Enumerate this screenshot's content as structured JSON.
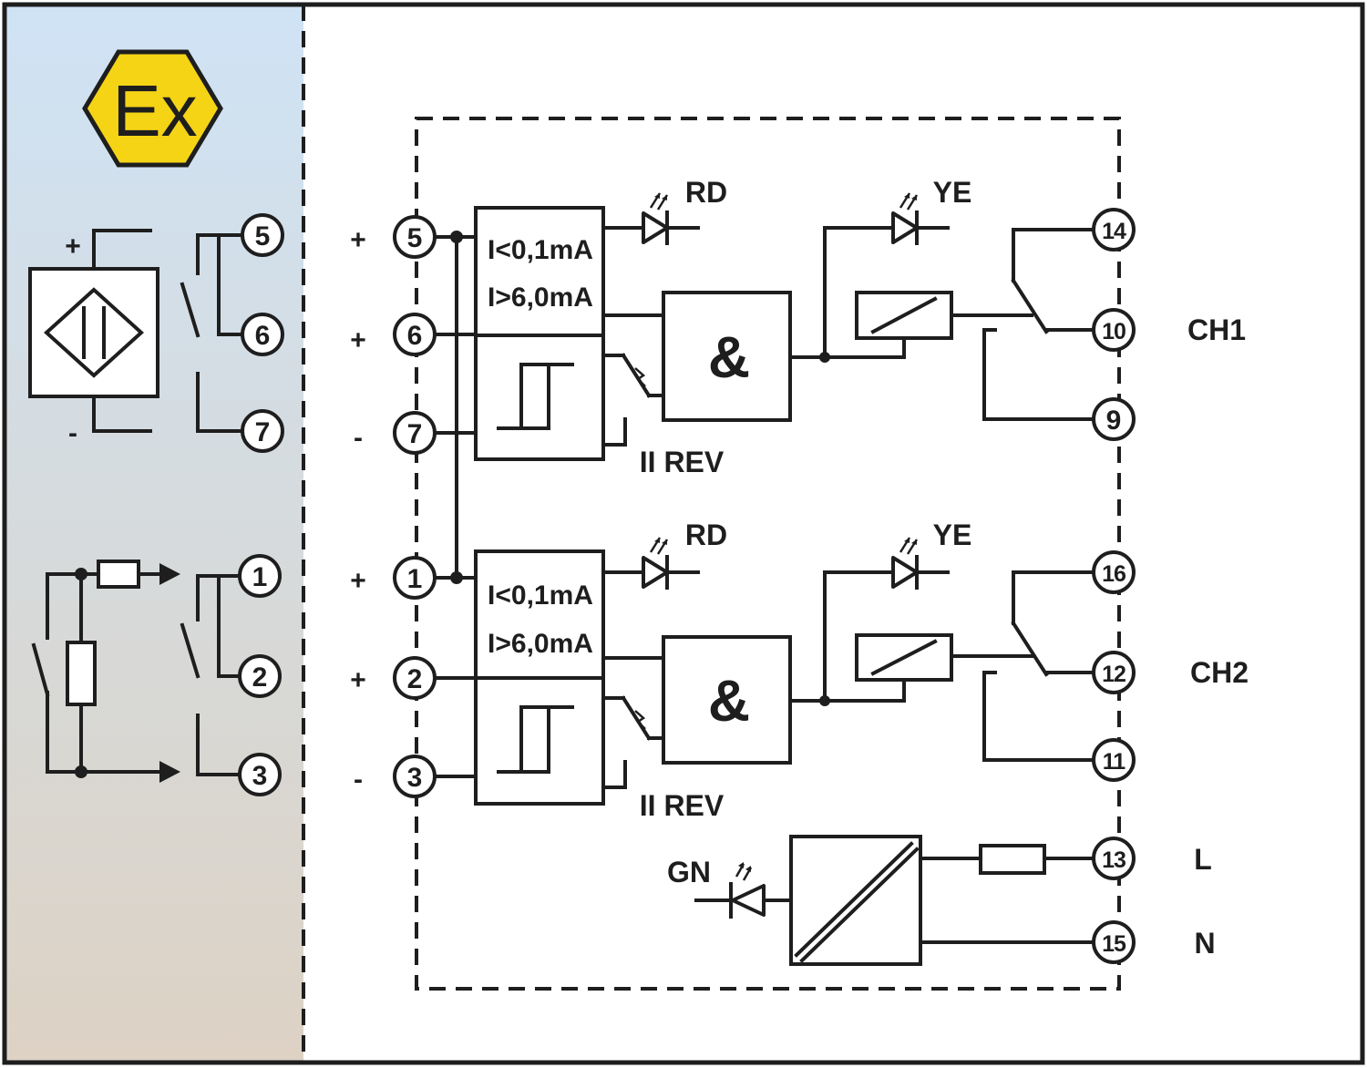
{
  "colors": {
    "hazard_gradient_top": "#cfe3f5",
    "hazard_gradient_bottom": "#ddd2c4",
    "ex_yellow": "#f5d416",
    "line": "#1e1e1e"
  },
  "icons": {
    "ex_logo": "explosion-protection-hexagon-icon",
    "led": "light-emitting-diode-icon",
    "sensor": "inductive-proximity-sensor-icon",
    "relay": "relay-coil-icon",
    "power_supply": "power-supply-converter-icon",
    "fuse": "fuse-icon"
  },
  "ex_logo": {
    "text": "Ex"
  },
  "field_side": {
    "sensor_plus": "+",
    "sensor_minus": "-",
    "terminals_upper": [
      "5",
      "6",
      "7"
    ],
    "terminals_lower": [
      "1",
      "2",
      "3"
    ]
  },
  "inputs": [
    {
      "terminal": "5",
      "sign": "+"
    },
    {
      "terminal": "6",
      "sign": "+"
    },
    {
      "terminal": "7",
      "sign": "-"
    },
    {
      "terminal": "1",
      "sign": "+"
    },
    {
      "terminal": "2",
      "sign": "+"
    },
    {
      "terminal": "3",
      "sign": "-"
    }
  ],
  "channels": [
    {
      "led_label": "RD",
      "monitor_line1": "I<0,1mA",
      "monitor_line2": "I>6,0mA",
      "reverse_label": "II REV",
      "gate_symbol": "&",
      "relay_led_label": "YE",
      "output_terminals": [
        "14",
        "10",
        "9"
      ],
      "channel_label": "CH1"
    },
    {
      "led_label": "RD",
      "monitor_line1": "I<0,1mA",
      "monitor_line2": "I>6,0mA",
      "reverse_label": "II REV",
      "gate_symbol": "&",
      "relay_led_label": "YE",
      "output_terminals": [
        "16",
        "12",
        "11"
      ],
      "channel_label": "CH2"
    }
  ],
  "power": {
    "led_label": "GN",
    "terminal_L": "13",
    "label_L": "L",
    "terminal_N": "15",
    "label_N": "N"
  }
}
